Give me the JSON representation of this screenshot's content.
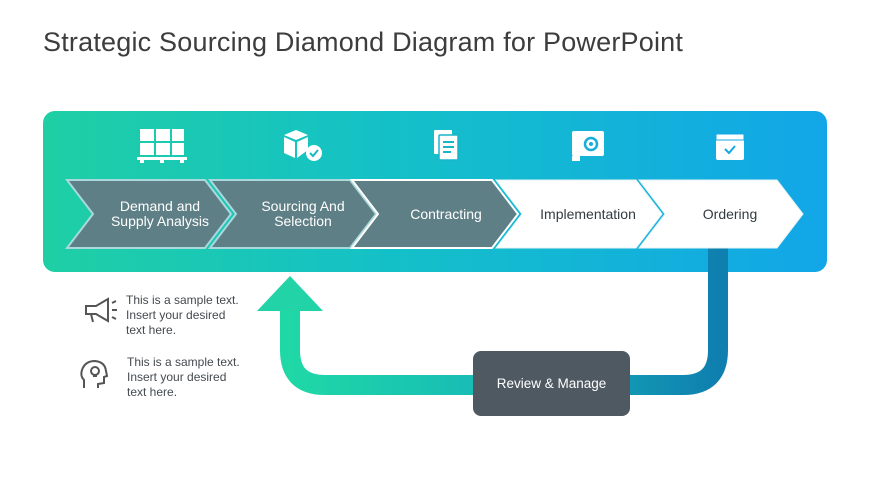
{
  "slide": {
    "title": "Strategic Sourcing Diamond Diagram for PowerPoint"
  },
  "steps": [
    {
      "label_line1": "Demand and",
      "label_line2": "Supply Analysis",
      "icon": "pallet-boxes-icon"
    },
    {
      "label_line1": "Sourcing And",
      "label_line2": "Selection",
      "icon": "box-check-icon"
    },
    {
      "label_line1": "Contracting",
      "label_line2": "",
      "icon": "document-icon"
    },
    {
      "label_line1": "Implementation",
      "label_line2": "",
      "icon": "blueprint-gear-icon"
    },
    {
      "label_line1": "Ordering",
      "label_line2": "",
      "icon": "package-icon"
    }
  ],
  "notes": [
    {
      "line1": "This is a sample text.",
      "line2": "Insert your desired",
      "line3": "text here.",
      "icon": "megaphone-icon"
    },
    {
      "line1": "This is a sample text.",
      "line2": "Insert your desired",
      "line3": "text here.",
      "icon": "head-lightbulb-icon"
    }
  ],
  "review": {
    "label": "Review & Manage"
  },
  "colors": {
    "banner_start": "#1fcfa4",
    "banner_end": "#12a6e8",
    "chevron_dark": "#5f7f86",
    "chevron_light": "#ffffff",
    "arrow_teal": "#1fcfa4",
    "arrow_blue": "#0f7fb0",
    "review_box": "#4f5962"
  }
}
